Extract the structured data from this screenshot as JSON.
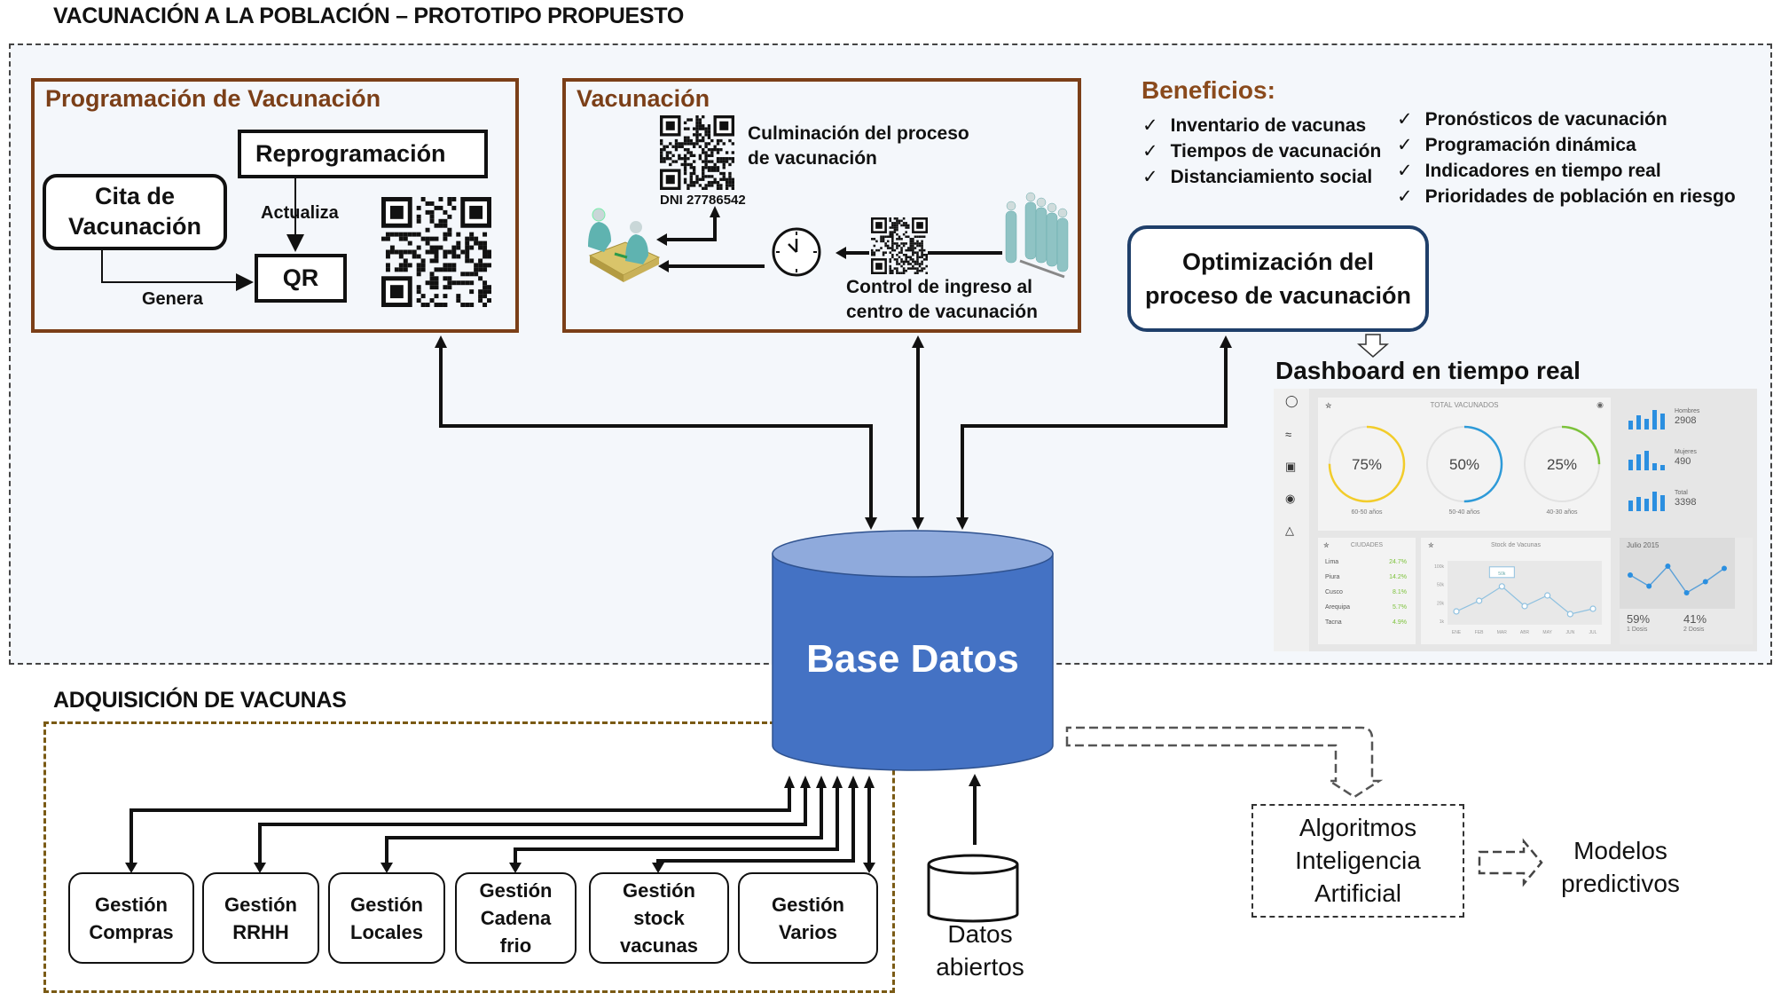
{
  "title": "VACUNACIÓN A LA POBLACIÓN – PROTOTIPO PROPUESTO",
  "programacion": {
    "title": "Programación de Vacunación",
    "reprogramacion": "Reprogramación",
    "cita_line1": "Cita de",
    "cita_line2": "Vacunación",
    "actualiza": "Actualiza",
    "qr": "QR",
    "genera": "Genera",
    "qr_icon": "qr-code-icon"
  },
  "vacunacion": {
    "title": "Vacunación",
    "culminacion_line1": "Culminación del proceso",
    "culminacion_line2": "de vacunación",
    "dni": "DNI 27786542",
    "control_line1": "Control de ingreso al",
    "control_line2": "centro de vacunación",
    "icons": [
      "qr-code-icon",
      "vaccination-desk-icon",
      "clock-icon",
      "people-queue-icon"
    ]
  },
  "beneficios": {
    "title": "Beneficios:",
    "col1": [
      "Inventario de vacunas",
      "Tiempos de vacunación",
      "Distanciamiento social"
    ],
    "col2": [
      "Pronósticos de vacunación",
      "Programación dinámica",
      "Indicadores en tiempo real",
      "Prioridades de población en riesgo"
    ]
  },
  "optimizacion": {
    "line1": "Optimización del",
    "line2": "proceso de vacunación"
  },
  "dashboard": {
    "title": "Dashboard en tiempo real",
    "total_title": "TOTAL VACUNADOS",
    "gauges": [
      {
        "value": "75%",
        "fraction": 0.75,
        "label": "60-50 años",
        "color": "#f2cc2a"
      },
      {
        "value": "50%",
        "fraction": 0.5,
        "label": "50-40 años",
        "color": "#2e9ad8"
      },
      {
        "value": "25%",
        "fraction": 0.25,
        "label": "40-30 años",
        "color": "#7cc23a"
      }
    ],
    "stats": [
      {
        "label": "Hombres",
        "value": "2908"
      },
      {
        "label": "Mujeres",
        "value": "490"
      },
      {
        "label": "Total",
        "value": "3398"
      }
    ],
    "ciudades_title": "CIUDADES",
    "ciudades": [
      {
        "name": "Lima",
        "pct": "24.7%"
      },
      {
        "name": "Piura",
        "pct": "14.2%"
      },
      {
        "name": "Cusco",
        "pct": "8.1%"
      },
      {
        "name": "Arequipa",
        "pct": "5.7%"
      },
      {
        "name": "Tacna",
        "pct": "4.9%"
      }
    ],
    "stock_title": "Stock de Vacunas",
    "stock_tooltip": "50k",
    "stock_yticks": [
      "100k",
      "50k",
      "20k",
      "1k"
    ],
    "stock_months": [
      "ENE",
      "FEB",
      "MAR",
      "ABR",
      "MAY",
      "JUN",
      "JUL"
    ],
    "stock_values": [
      0.15,
      0.35,
      0.62,
      0.25,
      0.45,
      0.1,
      0.2
    ],
    "julio_title": "Julio 2015",
    "julio_values": [
      0.6,
      0.35,
      0.8,
      0.2,
      0.45,
      0.75
    ],
    "dosis": [
      {
        "value": "59%",
        "label": "1 Dosis"
      },
      {
        "value": "41%",
        "label": "2 Dosis"
      }
    ],
    "sidebar_icons": [
      "home-icon",
      "chart-icon",
      "calendar-icon",
      "location-icon",
      "like-icon"
    ]
  },
  "base_datos": "Base Datos",
  "adquisicion": {
    "title": "ADQUISICIÓN DE VACUNAS",
    "modules": [
      {
        "line1": "Gestión",
        "line2": "Compras",
        "line3": ""
      },
      {
        "line1": "Gestión",
        "line2": "RRHH",
        "line3": ""
      },
      {
        "line1": "Gestión",
        "line2": "Locales",
        "line3": ""
      },
      {
        "line1": "Gestión",
        "line2": "Cadena",
        "line3": "frio"
      },
      {
        "line1": "Gestión",
        "line2": "stock",
        "line3": "vacunas"
      },
      {
        "line1": "Gestión",
        "line2": "Varios",
        "line3": ""
      }
    ]
  },
  "datos_abiertos": {
    "line1": "Datos",
    "line2": "abiertos"
  },
  "algoritmos": {
    "line1": "Algoritmos",
    "line2": "Inteligencia",
    "line3": "Artificial"
  },
  "modelos": {
    "line1": "Modelos",
    "line2": "predictivos"
  }
}
